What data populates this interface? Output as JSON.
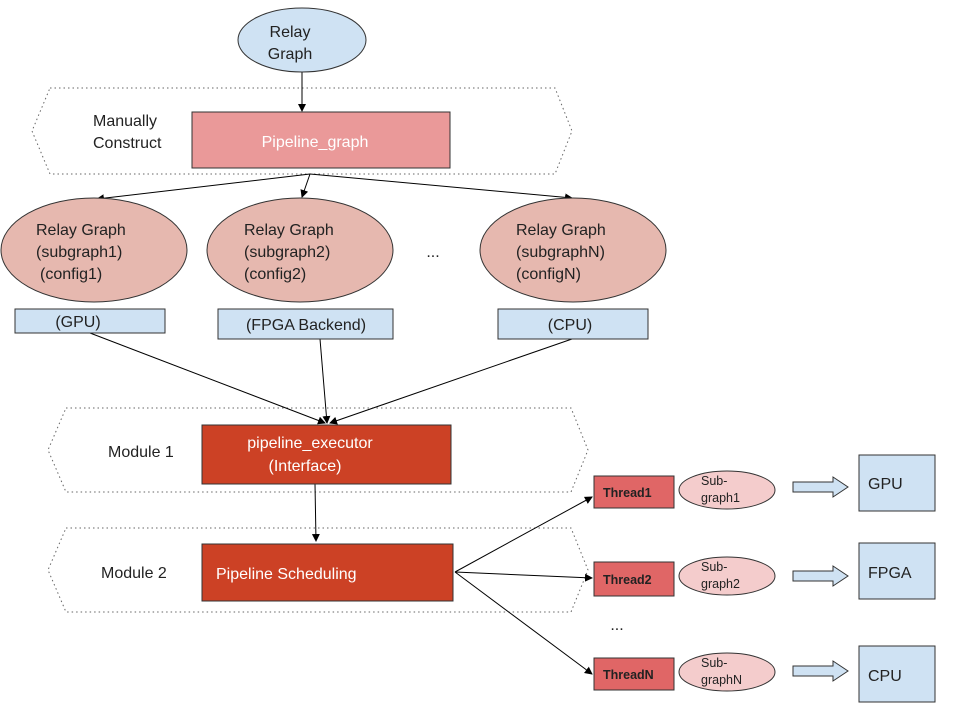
{
  "top_node": {
    "line1": "Relay",
    "line2": "Graph"
  },
  "manual": {
    "label_line1": "Manually",
    "label_line2": "Construct",
    "box_label": "Pipeline_graph"
  },
  "subgraphs": [
    {
      "line1": "Relay Graph",
      "line2": "(subgraph1)",
      "line3": "(config1)",
      "backend": "(GPU)"
    },
    {
      "line1": "Relay Graph",
      "line2": "(subgraph2)",
      "line3": "(config2)",
      "backend": "(FPGA Backend)"
    },
    {
      "line1": "Relay Graph",
      "line2": "(subgraphN)",
      "line3": "(configN)",
      "backend": "(CPU)"
    }
  ],
  "subgraph_ellipsis": "...",
  "module1": {
    "label": "Module 1",
    "box_line1": "pipeline_executor",
    "box_line2": "(Interface)"
  },
  "module2": {
    "label": "Module 2",
    "box_label": "Pipeline Scheduling"
  },
  "threads": [
    {
      "label": "Thread1",
      "sub_line1": "Sub-",
      "sub_line2": "graph1",
      "device": "GPU"
    },
    {
      "label": "Thread2",
      "sub_line1": "Sub-",
      "sub_line2": "graph2",
      "device": "FPGA"
    },
    {
      "label": "ThreadN",
      "sub_line1": "Sub-",
      "sub_line2": "graphN",
      "device": "CPU"
    }
  ],
  "thread_ellipsis": "...",
  "colors": {
    "light_blue": "#cfe2f3",
    "pink_box": "#ea9999",
    "pink_ellipse": "#e6b8af",
    "red_box": "#cc4125",
    "thread_box": "#e06666",
    "sub_ellipse": "#f4cccc"
  }
}
